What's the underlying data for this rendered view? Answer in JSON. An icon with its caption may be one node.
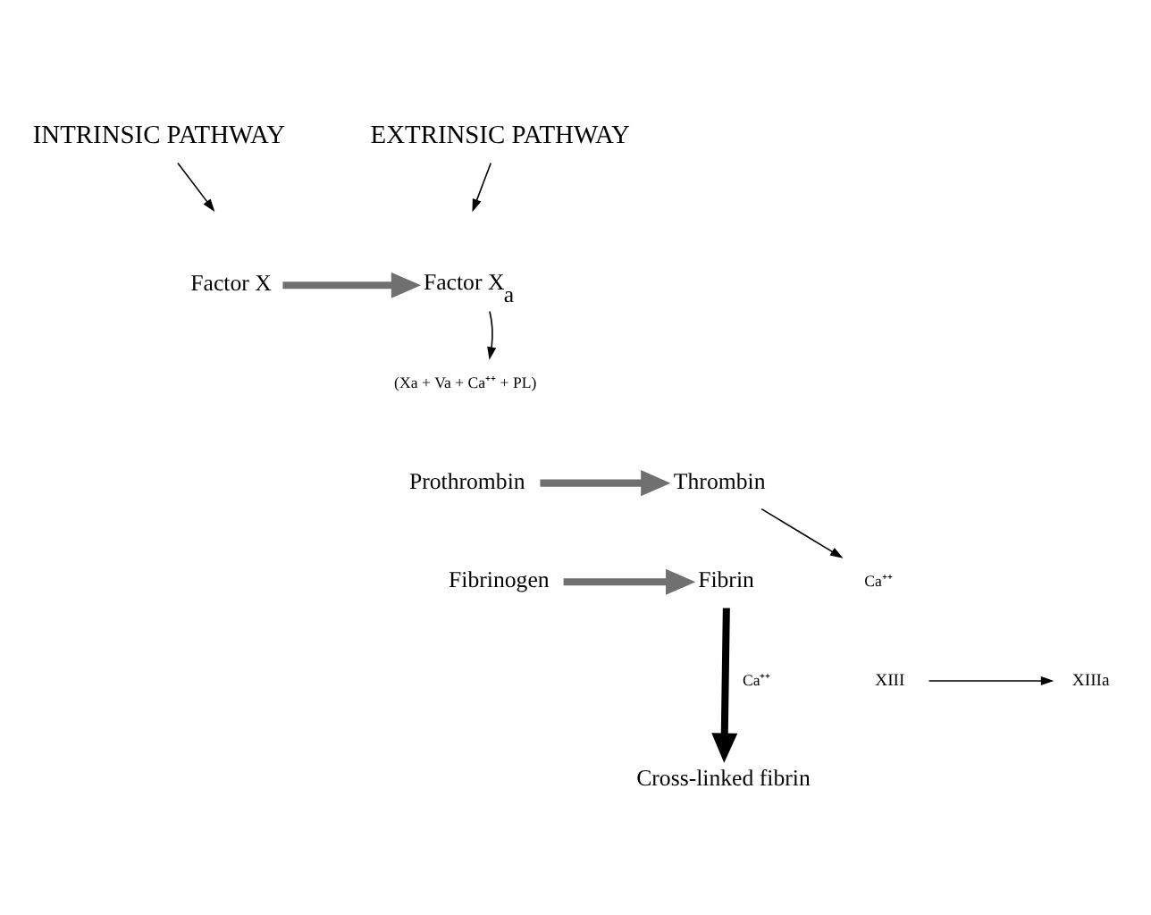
{
  "diagram": {
    "nodes": [
      {
        "text": [
          "INTRINSIC PATHWAY"
        ]
      },
      {
        "text": [
          "EXTRINSIC PATHWAY"
        ]
      },
      {
        "text": [
          "Factor X"
        ]
      },
      {
        "text": [
          "Factor X$_{a}$"
        ]
      },
      {
        "text": [
          "(Xa + Va + Ca⁺⁺ + PL)"
        ]
      },
      {
        "text": [
          "Prothrombin"
        ]
      },
      {
        "text": [
          "Thrombin"
        ]
      },
      {
        "text": [
          "Fibrinogen"
        ]
      },
      {
        "text": [
          "Fibrin"
        ]
      },
      {
        "text": [
          "Ca⁺⁺"
        ]
      },
      {
        "text": [
          "XIII"
        ]
      },
      {
        "text": [
          "XIIIa"
        ]
      },
      {
        "text": [
          "Cross-linked fibrin"
        ]
      }
    ],
    "edges": [
      {
        "from": 0,
        "to": null,
        "arrow": "to"
      },
      {
        "from": 1,
        "to": null,
        "arrow": "to"
      },
      {
        "from": 2,
        "to": 3,
        "arrow": "to",
        "style": "thick",
        "color": "#707070"
      },
      {
        "from": 3,
        "to": 4,
        "arrow": "to"
      },
      {
        "from": 5,
        "to": 6,
        "arrow": "to",
        "style": "thick",
        "color": "#707070"
      },
      {
        "from": 7,
        "to": 8,
        "arrow": "to",
        "style": "thick",
        "color": "#707070"
      },
      {
        "from": 6,
        "to": 9,
        "arrow": "to"
      },
      {
        "from": 10,
        "to": 11,
        "arrow": "to"
      },
      {
        "from": 8,
        "to": 12,
        "arrow": "to",
        "label": "Ca⁺⁺",
        "style": "thick"
      }
    ]
  }
}
